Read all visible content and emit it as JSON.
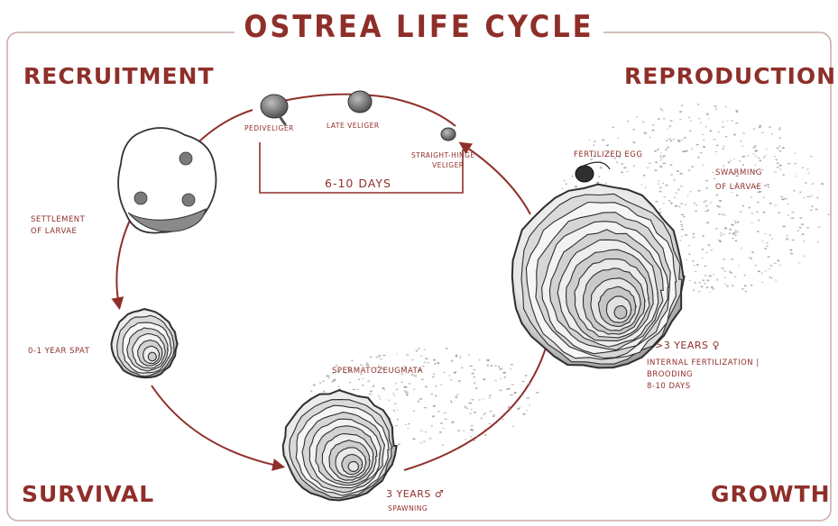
{
  "title": "OSTREA LIFE CYCLE",
  "quadrants": {
    "top_left": "RECRUITMENT",
    "top_right": "REPRODUCTION",
    "bottom_left": "SURVIVAL",
    "bottom_right": "GROWTH"
  },
  "stages": {
    "pediveliger": "PEDIVELIGER",
    "late_veliger": "LATE VELIGER",
    "straight_hinge_line1": "STRAIGHT-HINGE",
    "straight_hinge_line2": "VELIGER",
    "larval_duration": "6-10 DAYS",
    "fertilized_egg": "FERTILIZED EGG",
    "swarming_line1": "SWARMING",
    "swarming_line2": "OF LARVAE",
    "settlement_line1": "SETTLEMENT",
    "settlement_line2": "OF LARVAE",
    "spat": "0-1 YEAR SPAT",
    "spermatozeugmata": "SPERMATOZEUGMATA",
    "male_age": "3 YEARS ♂",
    "male_action": "SPAWNING",
    "female_age": ">3 YEARS ♀",
    "female_line1": "INTERNAL FERTILIZATION |",
    "female_line2": "BROODING",
    "female_line3": "8-10 DAYS"
  },
  "colors": {
    "accent": "#8f2f2a",
    "shell_ink": "#3a3a3a",
    "background": "#ffffff"
  }
}
